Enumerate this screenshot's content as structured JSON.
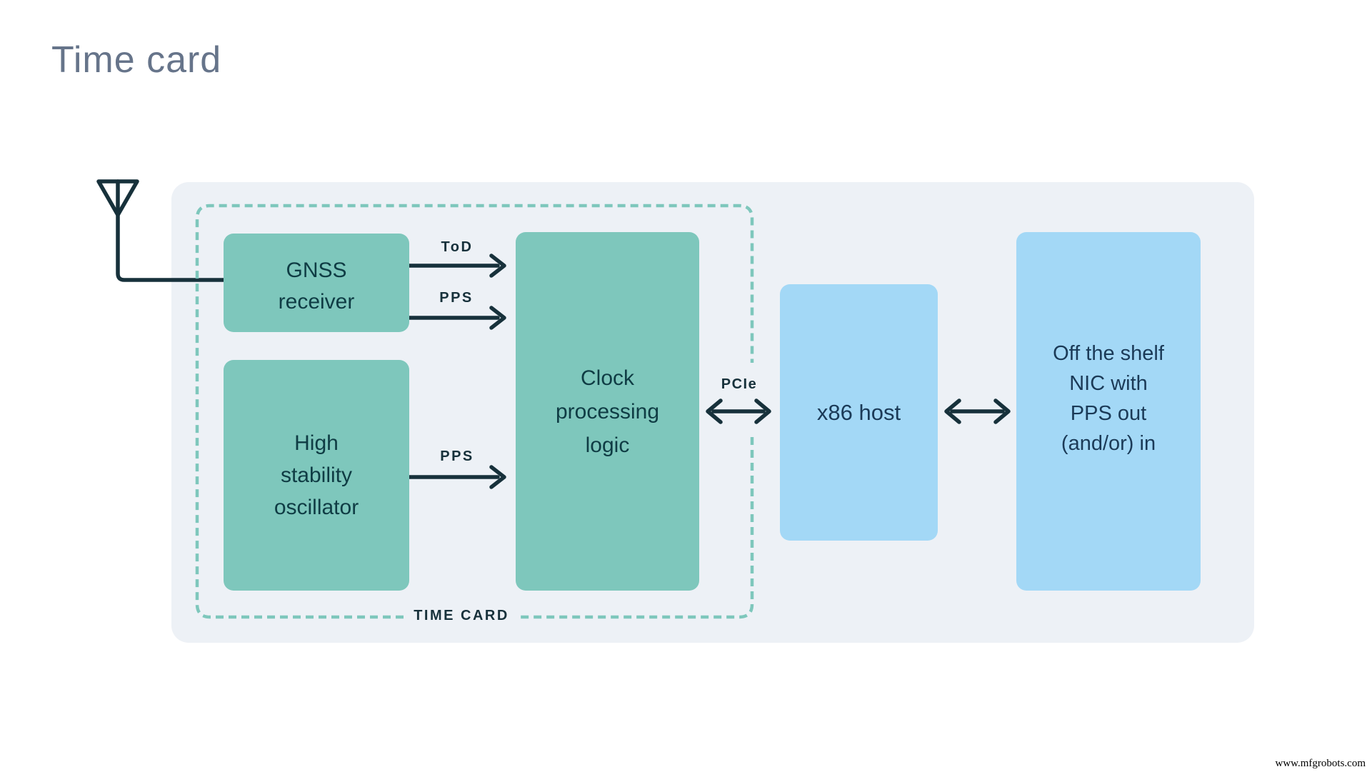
{
  "page": {
    "title": "Time card",
    "watermark": "www.mfgrobots.com"
  },
  "colors": {
    "background": "#ffffff",
    "panel": "#edf1f6",
    "teal_node": "#7ec7bc",
    "blue_node": "#a3d8f6",
    "teal_node_text": "#0f3c44",
    "blue_node_text": "#1b3a57",
    "stroke_dark": "#17313b",
    "dashed_border": "#7ec7bc",
    "title_text": "#66748a"
  },
  "diagram": {
    "group": {
      "label": "TIME CARD"
    },
    "antenna_icon": "antenna",
    "nodes": [
      {
        "id": "gnss-receiver",
        "label_lines": [
          "GNSS",
          "receiver"
        ]
      },
      {
        "id": "high-stability-oscillator",
        "label_lines": [
          "High",
          "stability",
          "oscillator"
        ]
      },
      {
        "id": "clock-processing-logic",
        "label_lines": [
          "Clock",
          "processing",
          "logic"
        ]
      },
      {
        "id": "x86-host",
        "label_lines": [
          "x86 host"
        ]
      },
      {
        "id": "off-the-shelf-nic",
        "label_lines": [
          "Off the shelf",
          "NIC with",
          "PPS out",
          "(and/or) in"
        ]
      }
    ],
    "edges": [
      {
        "from": "gnss-receiver",
        "to": "clock-processing-logic",
        "label": "ToD",
        "bidirectional": false
      },
      {
        "from": "gnss-receiver",
        "to": "clock-processing-logic",
        "label": "PPS",
        "bidirectional": false
      },
      {
        "from": "high-stability-oscillator",
        "to": "clock-processing-logic",
        "label": "PPS",
        "bidirectional": false
      },
      {
        "from": "clock-processing-logic",
        "to": "x86-host",
        "label": "PCIe",
        "bidirectional": true
      },
      {
        "from": "x86-host",
        "to": "off-the-shelf-nic",
        "label": "",
        "bidirectional": true
      }
    ]
  }
}
